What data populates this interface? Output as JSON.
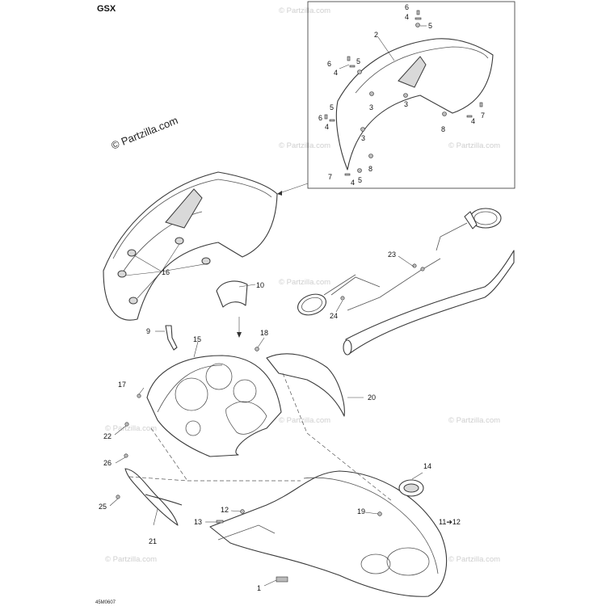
{
  "diagram": {
    "title": "GSX",
    "copyright": "© Partzilla.com",
    "watermark": "© Partzilla.com",
    "drawing_code": "45M0607"
  },
  "callouts": {
    "c1": "1",
    "c2": "2",
    "c3a": "3",
    "c3b": "3",
    "c3c": "3",
    "c4a": "4",
    "c4b": "4",
    "c4c": "4",
    "c4d": "4",
    "c4e": "4",
    "c5a": "5",
    "c5b": "5",
    "c5c": "5",
    "c5d": "5",
    "c6a": "6",
    "c6b": "6",
    "c6c": "6",
    "c7a": "7",
    "c7b": "7",
    "c8a": "8",
    "c8b": "8",
    "c9": "9",
    "c10": "10",
    "c11": "11➔12",
    "c12": "12",
    "c13": "13",
    "c14": "14",
    "c15": "15",
    "c16": "16",
    "c17": "17",
    "c18": "18",
    "c19": "19",
    "c20": "20",
    "c21": "21",
    "c22": "22",
    "c23": "23",
    "c24": "24",
    "c25": "25",
    "c26": "26"
  }
}
